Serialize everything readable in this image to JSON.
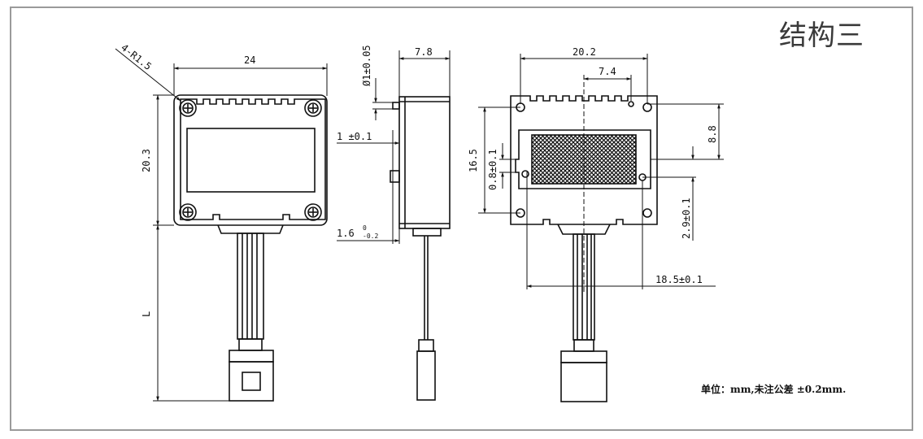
{
  "title": "结构三",
  "note": "单位：mm,未注公差 ±0.2mm.",
  "front_view": {
    "corner_radius_label": "4-R1.5",
    "width_label": "24",
    "height_label": "20.3",
    "lead_length_label": "L"
  },
  "side_view": {
    "pin_diameter_label": "Ø1±0.05",
    "depth_label": "7.8",
    "pin_offset_label": "1 ±0.1",
    "bottom_offset_label": "1.6",
    "tol_upper": "0",
    "tol_lower": "-0.2"
  },
  "back_view": {
    "width_label": "20.2",
    "hole_spacing_label": "7.4",
    "height_label": "16.5",
    "slot_label": "0.8±0.1",
    "right_top_label": "8.8",
    "right_bottom_label": "2.9±0.1",
    "bottom_span_label": "18.5±0.1"
  }
}
